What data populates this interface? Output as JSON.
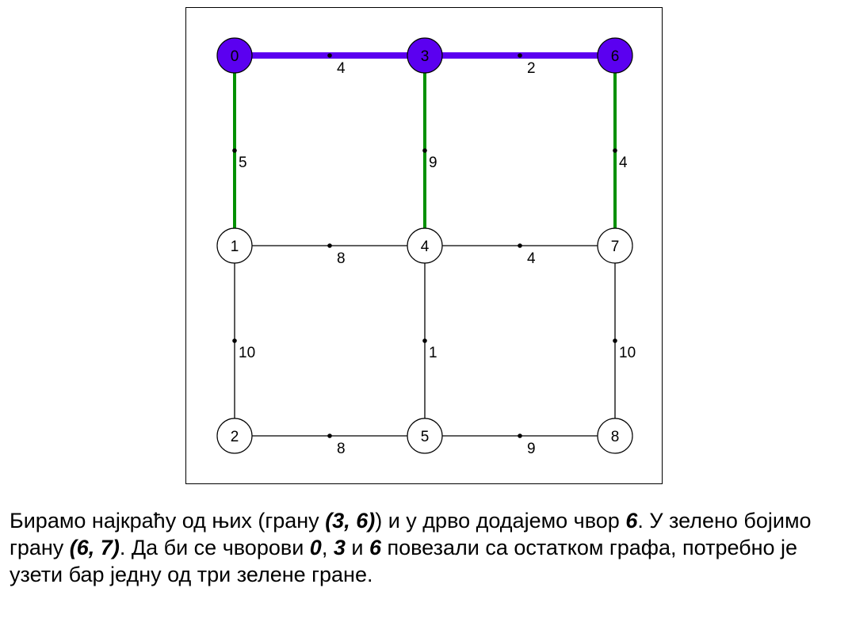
{
  "colors": {
    "tree": "#5B00F0",
    "candidate": "#009000",
    "normal": "#000000",
    "tree_node_fill": "#5B00F0",
    "node_fill": "#ffffff"
  },
  "graph": {
    "nodes": [
      {
        "id": "0",
        "row": 0,
        "col": 0,
        "in_tree": true
      },
      {
        "id": "3",
        "row": 0,
        "col": 1,
        "in_tree": true
      },
      {
        "id": "6",
        "row": 0,
        "col": 2,
        "in_tree": true
      },
      {
        "id": "1",
        "row": 1,
        "col": 0,
        "in_tree": false
      },
      {
        "id": "4",
        "row": 1,
        "col": 1,
        "in_tree": false
      },
      {
        "id": "7",
        "row": 1,
        "col": 2,
        "in_tree": false
      },
      {
        "id": "2",
        "row": 2,
        "col": 0,
        "in_tree": false
      },
      {
        "id": "5",
        "row": 2,
        "col": 1,
        "in_tree": false
      },
      {
        "id": "8",
        "row": 2,
        "col": 2,
        "in_tree": false
      }
    ],
    "edges": [
      {
        "from": "0",
        "to": "3",
        "weight": "4",
        "state": "tree"
      },
      {
        "from": "3",
        "to": "6",
        "weight": "2",
        "state": "tree"
      },
      {
        "from": "0",
        "to": "1",
        "weight": "5",
        "state": "candidate"
      },
      {
        "from": "3",
        "to": "4",
        "weight": "9",
        "state": "candidate"
      },
      {
        "from": "6",
        "to": "7",
        "weight": "4",
        "state": "candidate"
      },
      {
        "from": "1",
        "to": "4",
        "weight": "8",
        "state": "normal"
      },
      {
        "from": "4",
        "to": "7",
        "weight": "4",
        "state": "normal"
      },
      {
        "from": "1",
        "to": "2",
        "weight": "10",
        "state": "normal"
      },
      {
        "from": "4",
        "to": "5",
        "weight": "1",
        "state": "normal"
      },
      {
        "from": "7",
        "to": "8",
        "weight": "10",
        "state": "normal"
      },
      {
        "from": "2",
        "to": "5",
        "weight": "8",
        "state": "normal"
      },
      {
        "from": "5",
        "to": "8",
        "weight": "9",
        "state": "normal"
      }
    ]
  },
  "caption": {
    "p1": "Бирамо најкраћу од њих (грану ",
    "e1": "(3, 6)",
    "p2": ") и у дрво додајемо чвор ",
    "n1": "6",
    "p3": ". У зелено бојимо грану ",
    "e2": "(6, 7)",
    "p4": ". Да би се чворови ",
    "n2": "0",
    "p5": ", ",
    "n3": "3",
    "p6": " и ",
    "n4": "6",
    "p7": " повезали са остатком графа, потребно је узети бар једну од три зелене гране."
  }
}
